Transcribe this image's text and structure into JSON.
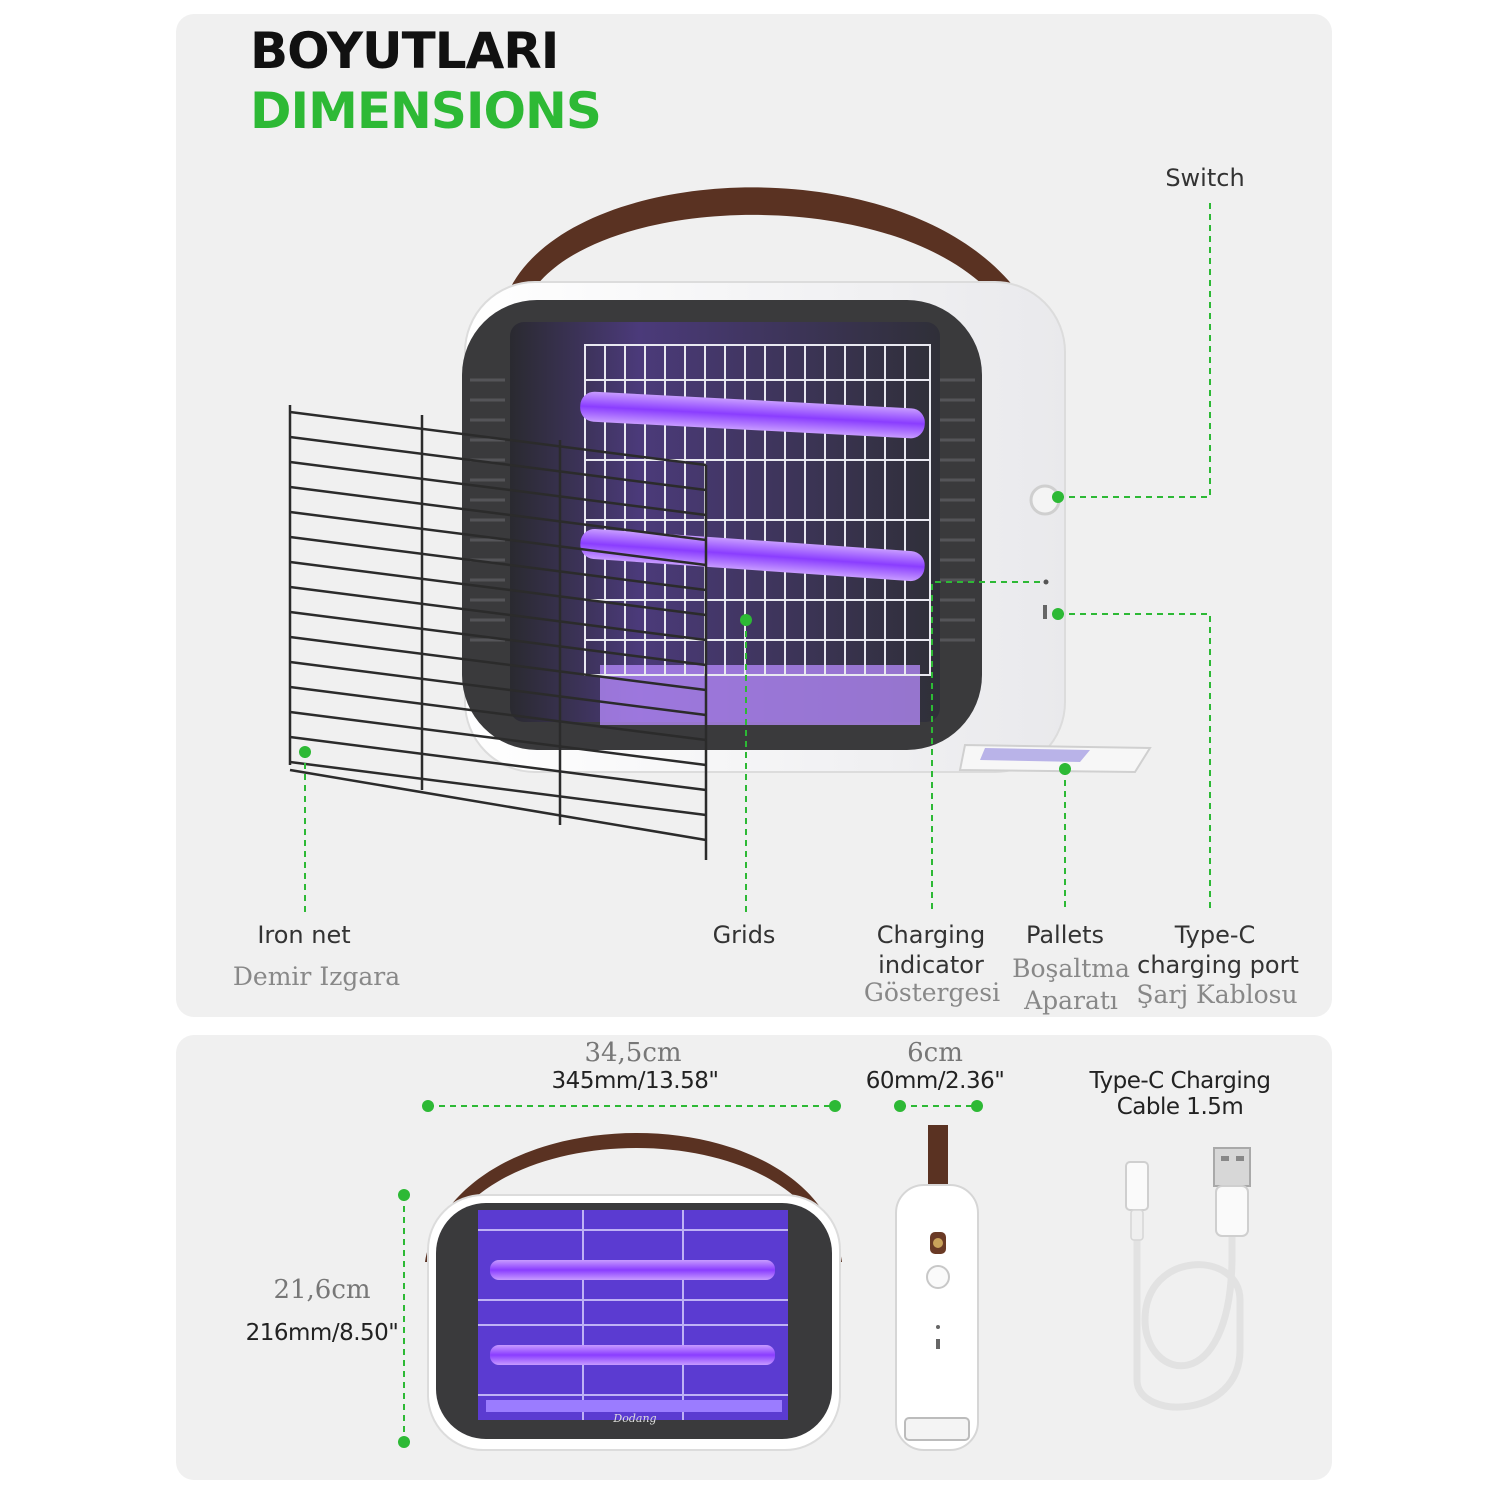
{
  "heading": {
    "tr": "BOYUTLARI",
    "en": "DIMENSIONS"
  },
  "colors": {
    "accent_green": "#2db935",
    "handle_brown": "#5a3222",
    "uv_purple": "#9b5cff",
    "body_white": "#ffffff",
    "frame_dark": "#3a3a3c"
  },
  "parts": {
    "switch": {
      "en": "Switch"
    },
    "iron_net": {
      "en": "Iron net",
      "tr": "Demir Izgara"
    },
    "grids": {
      "en": "Grids"
    },
    "charging_indicator": {
      "en_line1": "Charging",
      "en_line2": "indicator",
      "tr": "Göstergesi"
    },
    "pallets": {
      "en": "Pallets",
      "tr_line1": "Boşaltma",
      "tr_line2": "Aparatı"
    },
    "type_c_port": {
      "en_line1": "Type-C",
      "en_line2": "charging port",
      "tr": "Şarj Kablosu"
    }
  },
  "dimensions": {
    "width": {
      "cm": "34,5cm",
      "mm_in": "345mm/13.58\""
    },
    "depth": {
      "cm": "6cm",
      "mm_in": "60mm/2.36\""
    },
    "height": {
      "cm": "21,6cm",
      "mm_in": "216mm/8.50\""
    },
    "cable": {
      "line1": "Type-C Charging",
      "line2": "Cable 1.5m"
    }
  },
  "brand_mark": "Dodang"
}
